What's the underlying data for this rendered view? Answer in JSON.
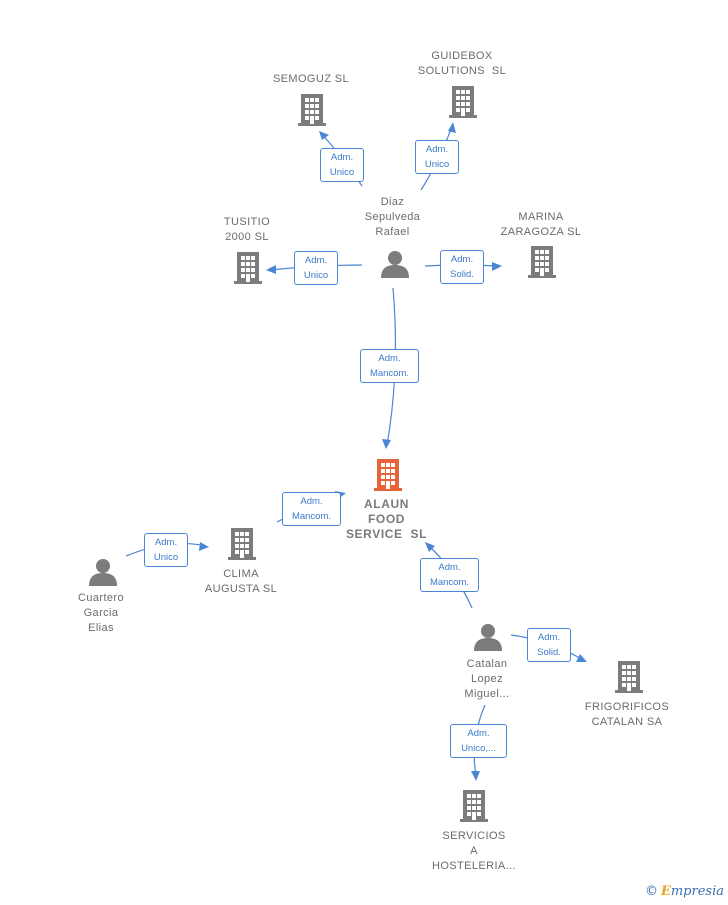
{
  "colors": {
    "edge": "#4a86d4",
    "node": "#7c7c7c",
    "main_node": "#e8623a",
    "role_text": "#3b79c9"
  },
  "nodes": {
    "main": {
      "label": "ALAUN\nFOOD\nSERVICE  SL",
      "icon": "building-icon"
    },
    "semoguz": {
      "label": "SEMOGUZ SL",
      "icon": "building-icon"
    },
    "guidebox": {
      "label": "GUIDEBOX\nSOLUTIONS  SL",
      "icon": "building-icon"
    },
    "diaz": {
      "label": "Diaz\nSepulveda\nRafael",
      "icon": "person-icon"
    },
    "tusitio": {
      "label": "TUSITIO\n2000 SL",
      "icon": "building-icon"
    },
    "marina": {
      "label": "MARINA\nZARAGOZA SL",
      "icon": "building-icon"
    },
    "clima": {
      "label": "CLIMA\nAUGUSTA SL",
      "icon": "building-icon"
    },
    "cuartero": {
      "label": "Cuartero\nGarcia\nElias",
      "icon": "person-icon"
    },
    "catalan": {
      "label": "Catalan\nLopez\nMiguel...",
      "icon": "person-icon"
    },
    "frigorificos": {
      "label": "FRIGORIFICOS\nCATALAN SA",
      "icon": "building-icon"
    },
    "servicios": {
      "label": "SERVICIOS\nA\nHOSTELERIA...",
      "icon": "building-icon"
    }
  },
  "roles": {
    "diaz_semoguz": "Adm.\nUnico",
    "diaz_guidebox": "Adm.\nUnico",
    "diaz_tusitio": "Adm.\nUnico",
    "diaz_marina": "Adm.\nSolid.",
    "diaz_main": "Adm.\nMancom.",
    "clima_main": "Adm.\nMancom.",
    "cuartero_clima": "Adm.\nUnico",
    "catalan_main": "Adm.\nMancom.",
    "catalan_frigorificos": "Adm.\nSolid.",
    "catalan_servicios": "Adm.\nUnico,..."
  },
  "brand": {
    "copyright": "©",
    "name_initial": "E",
    "name_rest": "mpresia"
  }
}
